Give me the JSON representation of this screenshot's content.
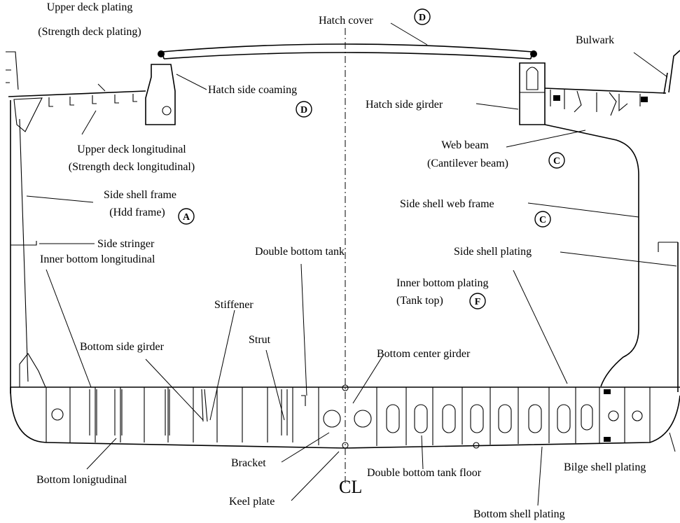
{
  "labels": {
    "upper_deck_plating_1": "Upper deck plating",
    "upper_deck_plating_2": "(Strength deck plating)",
    "hatch_cover": "Hatch cover",
    "bulwark": "Bulwark",
    "hatch_side_coaming": "Hatch side coaming",
    "hatch_side_girder": "Hatch side girder",
    "upper_deck_long_1": "Upper deck longitudinal",
    "upper_deck_long_2": "(Strength deck longitudinal)",
    "web_beam_1": "Web beam",
    "web_beam_2": "(Cantilever beam)",
    "side_shell_frame_1": "Side shell frame",
    "side_shell_frame_2": "(Hdd frame)",
    "side_shell_web_frame": "Side shell web frame",
    "side_stringer": "Side stringer",
    "double_bottom_tank": "Double bottom tank",
    "side_shell_plating": "Side shell plating",
    "inner_bottom_longitudinal": "Inner bottom longitudinal",
    "inner_bottom_plating_1": "Inner bottom plating",
    "inner_bottom_plating_2": "(Tank top)",
    "stiffener": "Stiffener",
    "bottom_side_girder": "Bottom side girder",
    "strut": "Strut",
    "bottom_center_girder": "Bottom center girder",
    "bracket": "Bracket",
    "double_bottom_tank_floor": "Double bottom tank floor",
    "bottom_longitudinal": "Bottom lonigtudinal",
    "bilge_shell_plating": "Bilge shell plating",
    "keel_plate": "Keel plate",
    "bottom_shell_plating": "Bottom shell plating",
    "centerline": "CL"
  },
  "markers": {
    "hatch_cover": "D",
    "hatch_side_coaming": "D",
    "web_beam": "C",
    "side_shell_frame": "A",
    "side_shell_web_frame": "C",
    "inner_bottom_plating": "F"
  }
}
